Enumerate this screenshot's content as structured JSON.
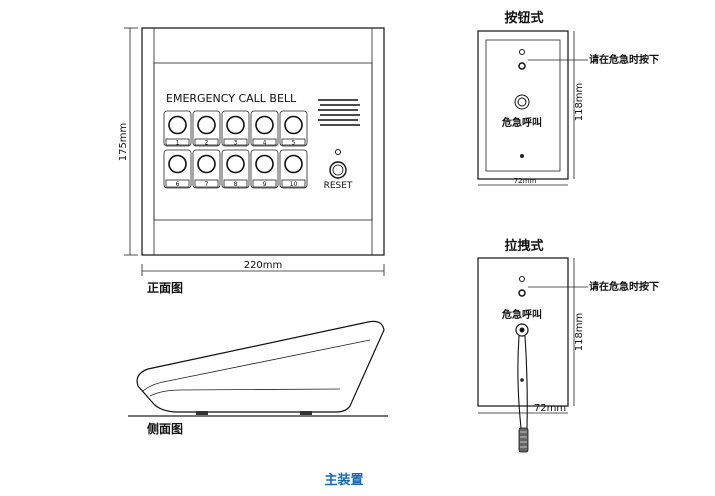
{
  "front_view": {
    "panel_title": "EMERGENCY CALL BELL",
    "buttons": [
      "1",
      "2",
      "3",
      "4",
      "5",
      "6",
      "7",
      "8",
      "9",
      "10"
    ],
    "reset_label": "RESET",
    "width_dim": "220mm",
    "height_dim": "175mm",
    "caption": "正面图"
  },
  "side_view": {
    "caption": "侧面图"
  },
  "push_button": {
    "title": "按钮式",
    "callout": "请在危急时按下",
    "face_text": "危急呼叫",
    "width_dim": "72mm",
    "height_dim": "118mm"
  },
  "pull_cord": {
    "title": "拉拽式",
    "callout": "请在危急时按下",
    "face_text": "危急呼叫",
    "width_dim": "72mm",
    "height_dim": "118mm"
  },
  "footer_caption": "主装置",
  "colors": {
    "footer": "#1a66b3"
  }
}
